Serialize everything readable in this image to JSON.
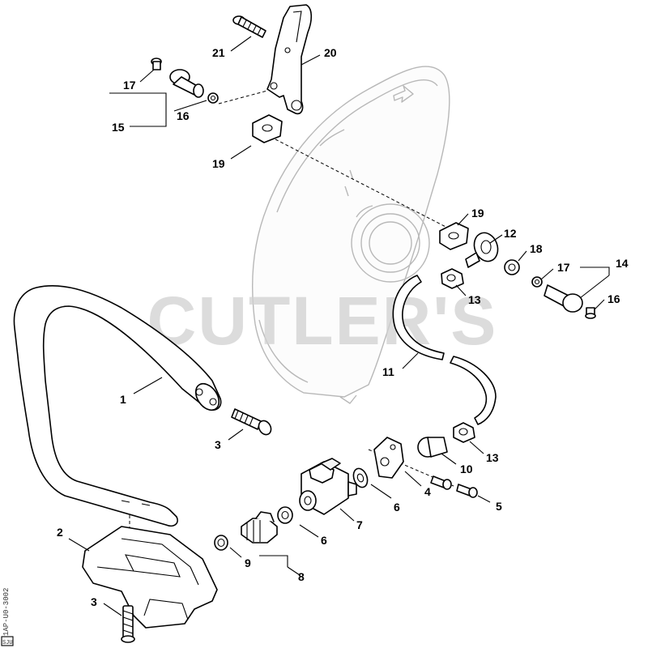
{
  "watermark": "CUTLER'S",
  "drawing_code": "1AP-U0-3002",
  "corner_mark": "SJU",
  "labels": {
    "l1": "1",
    "l2": "2",
    "l3a": "3",
    "l3b": "3",
    "l4": "4",
    "l5": "5",
    "l6a": "6",
    "l6b": "6",
    "l7": "7",
    "l8": "8",
    "l9": "9",
    "l10": "10",
    "l11": "11",
    "l12": "12",
    "l13a": "13",
    "l13b": "13",
    "l14": "14",
    "l15": "15",
    "l16a": "16",
    "l16b": "16",
    "l17a": "17",
    "l17b": "17",
    "l18": "18",
    "l19a": "19",
    "l19b": "19",
    "l20": "20",
    "l21": "21"
  }
}
